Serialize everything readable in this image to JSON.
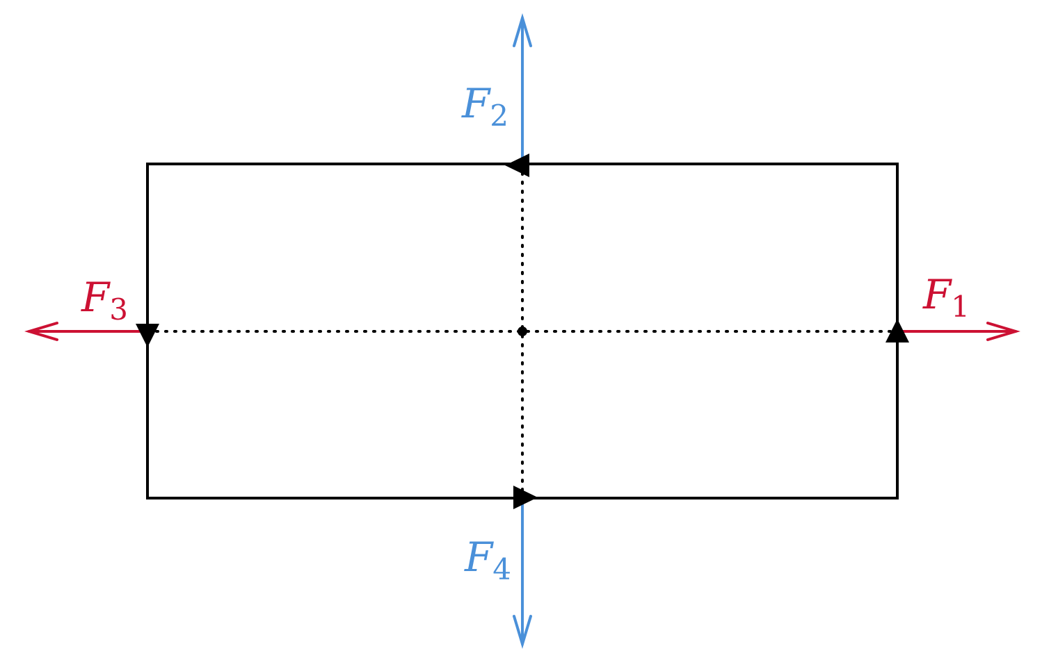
{
  "diagram": {
    "colors": {
      "loop": "#000000",
      "horizontal_forces": "#cc1133",
      "vertical_forces": "#4a90d9",
      "background": "#ffffff"
    },
    "forces": {
      "f1": {
        "symbol": "F",
        "subscript": "1",
        "direction": "right"
      },
      "f2": {
        "symbol": "F",
        "subscript": "2",
        "direction": "up"
      },
      "f3": {
        "symbol": "F",
        "subscript": "3",
        "direction": "left"
      },
      "f4": {
        "symbol": "F",
        "subscript": "4",
        "direction": "down"
      }
    },
    "current_direction": "counterclockwise",
    "center_marker": "dot",
    "axes_style": "dotted"
  }
}
